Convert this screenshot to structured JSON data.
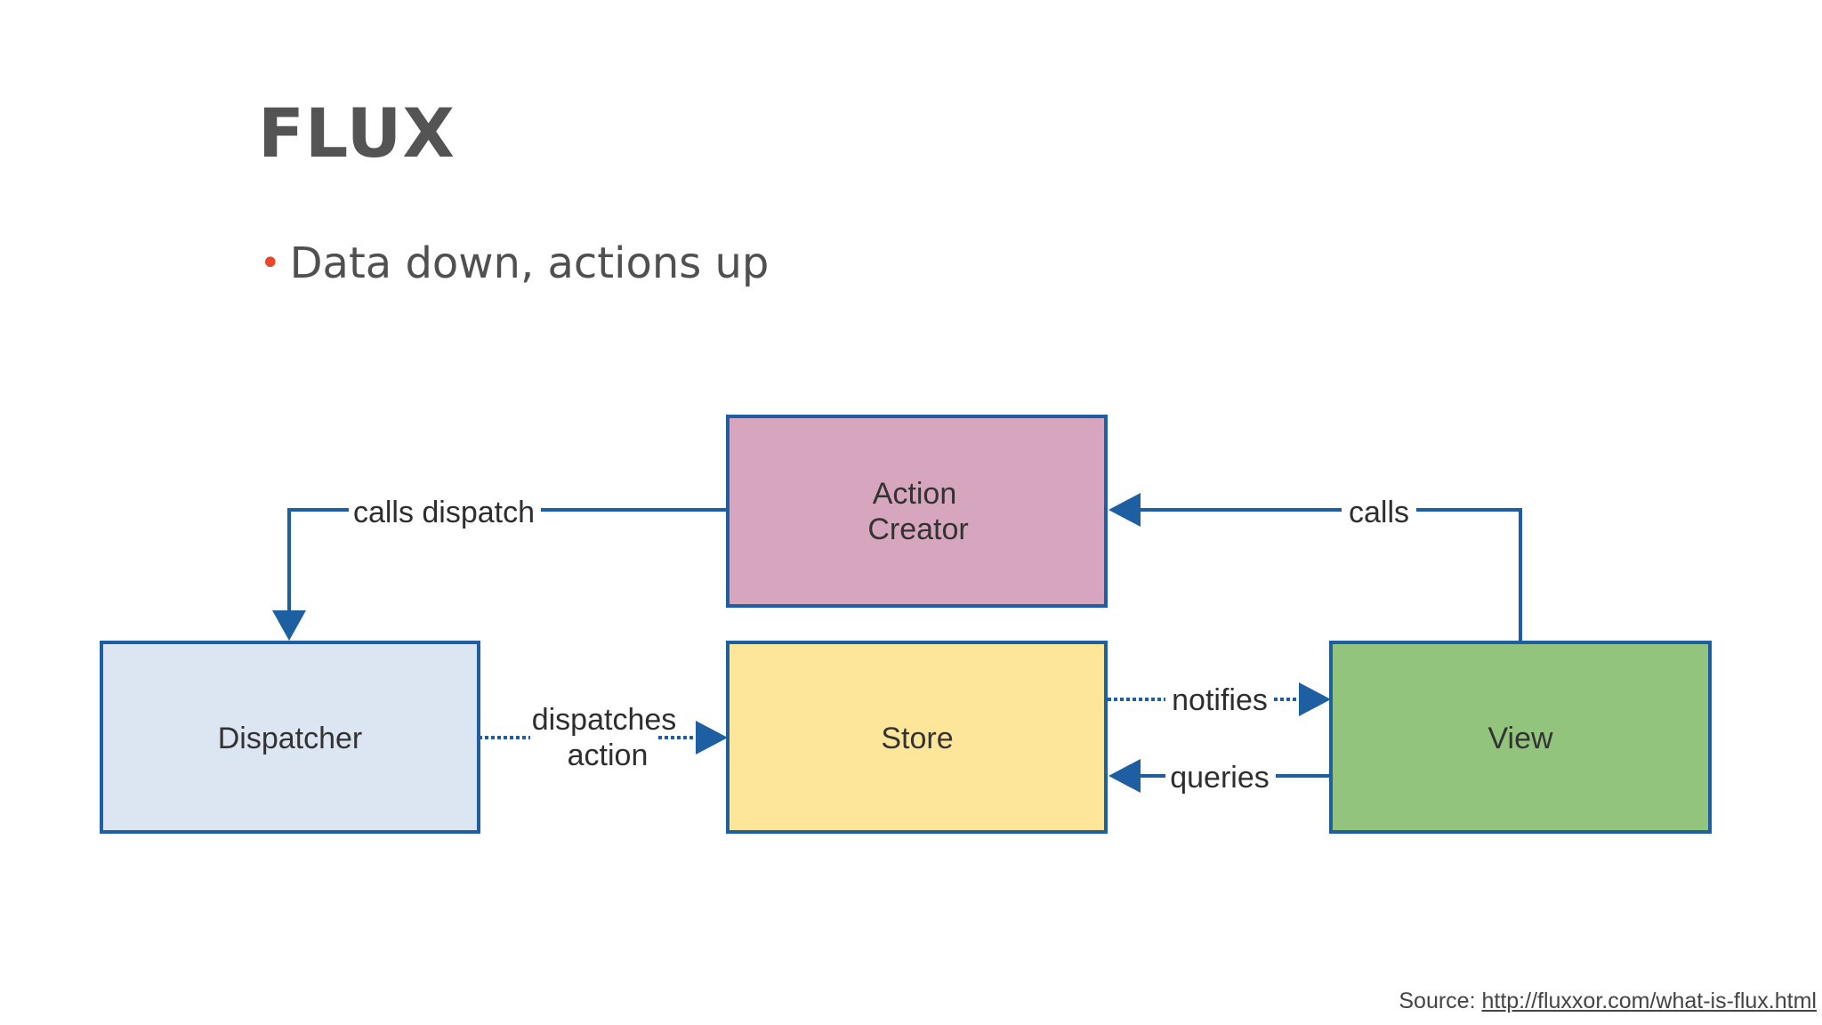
{
  "slide": {
    "title": "FLUX",
    "bullets": [
      "Data down, actions up"
    ]
  },
  "diagram": {
    "nodes": {
      "action_creator": {
        "line1": "Action",
        "line2": "Creator"
      },
      "dispatcher": {
        "label": "Dispatcher"
      },
      "store": {
        "label": "Store"
      },
      "view": {
        "label": "View"
      }
    },
    "edges": {
      "calls_dispatch": "calls dispatch",
      "calls": "calls",
      "dispatches_action": {
        "line1": "dispatches",
        "line2": "action"
      },
      "notifies": "notifies",
      "queries": "queries"
    }
  },
  "source": {
    "prefix": "Source: ",
    "link_text": "http://fluxxor.com/what-is-flux.html"
  },
  "colors": {
    "title": "#545454",
    "bullet_dot": "#e8472d",
    "border_blue": "#1e5fa3",
    "action_creator_fill": "#d5a6bd",
    "dispatcher_fill": "#dce6f2",
    "store_fill": "#fde59a",
    "view_fill": "#93c47d"
  }
}
